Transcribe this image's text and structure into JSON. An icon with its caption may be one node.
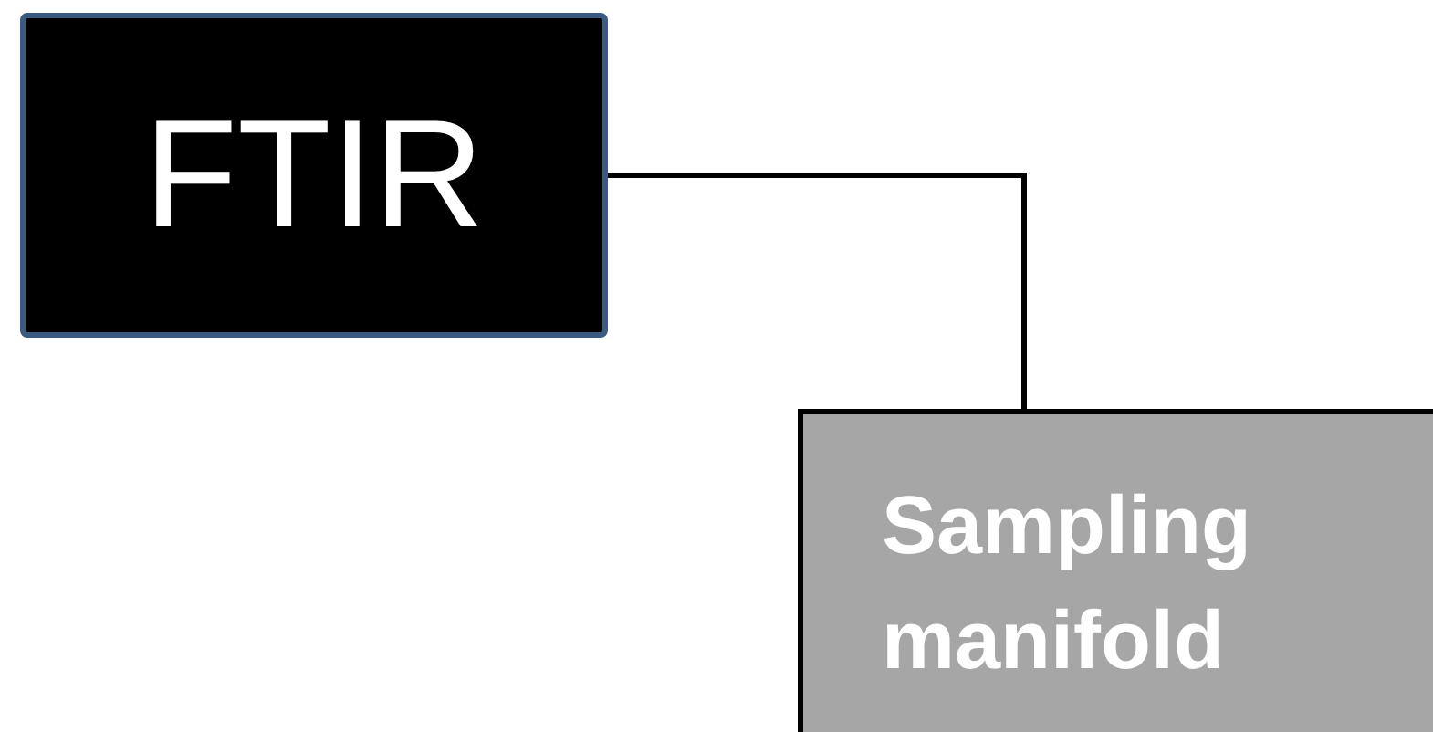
{
  "diagram": {
    "nodes": [
      {
        "text": [
          "FTIR"
        ]
      },
      {
        "text": [
          "Sampling manifold"
        ]
      }
    ],
    "edges": [
      {
        "from": 0,
        "to": 1,
        "arrow": "none"
      }
    ]
  }
}
